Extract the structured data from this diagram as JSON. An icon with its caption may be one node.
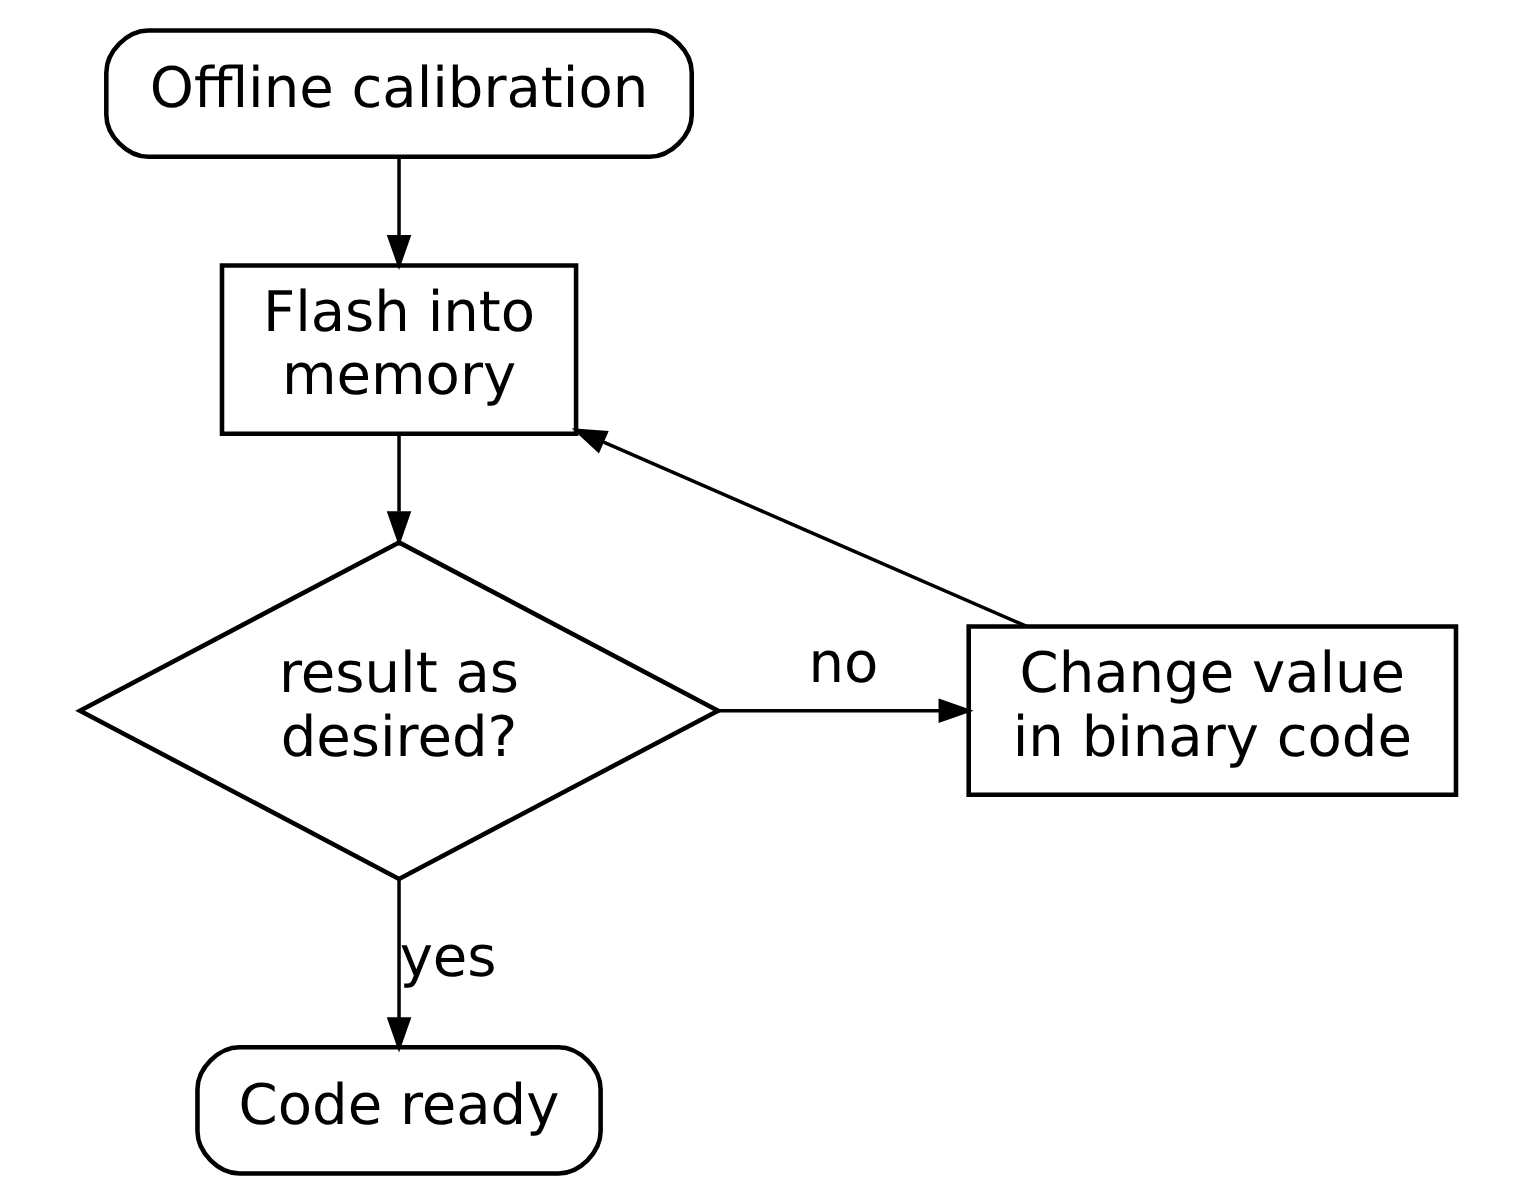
{
  "diagram": {
    "nodes": [
      {
        "text": [
          "Offline calibration"
        ]
      },
      {
        "text": [
          "Flash into memory"
        ]
      },
      {
        "text": [
          "result as desired?"
        ]
      },
      {
        "text": [
          "Change value in binary code"
        ]
      },
      {
        "text": [
          "Code ready"
        ]
      }
    ],
    "edges": [
      {
        "from": 0,
        "to": 1,
        "arrow": "to"
      },
      {
        "from": 1,
        "to": 2,
        "arrow": "to"
      },
      {
        "from": 2,
        "to": 3,
        "arrow": "to",
        "label": "no"
      },
      {
        "from": 3,
        "to": 1,
        "arrow": "to"
      },
      {
        "from": 2,
        "to": 4,
        "arrow": "to",
        "label": "yes"
      }
    ]
  }
}
